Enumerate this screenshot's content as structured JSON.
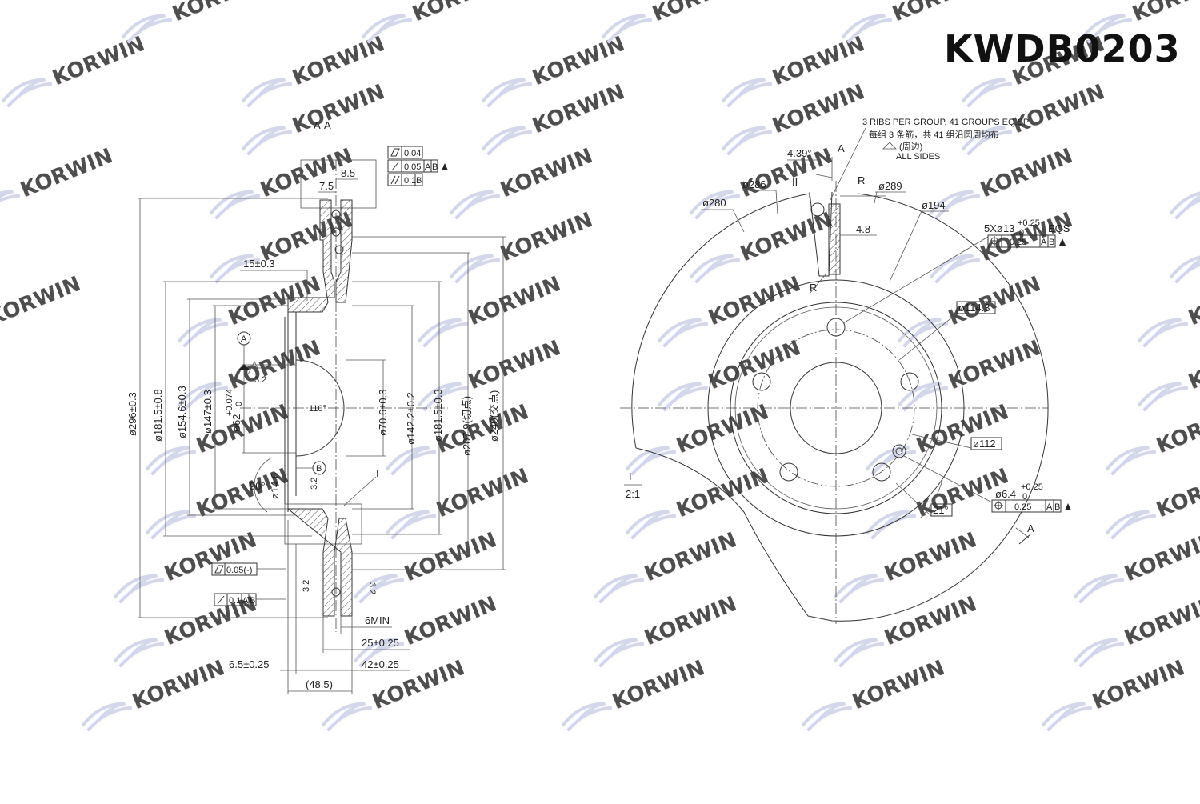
{
  "part_number": "KWDB0203",
  "watermark": {
    "text": "KORWIN",
    "color_text": "#f5c9a8",
    "color_swoosh": "#c9cde8"
  },
  "section_view": {
    "label": "A-A",
    "flatness_box": "0.04",
    "runout_box": "0.05",
    "runout_datums": [
      "A",
      "B"
    ],
    "parallel_box": "0.1",
    "parallel_datum": "B",
    "flatness_box_2": "0.05(-)",
    "runout_box_2": "0.1",
    "runout_datums_2": [
      "A",
      "B"
    ],
    "dims": {
      "w_8_5": "8.5",
      "w_7_5": "7.5",
      "w_15": "15±0.3",
      "d296": "ø296±0.3",
      "d181_8": "ø181.5±0.8",
      "d154": "ø154.6±0.3",
      "d147": "ø147±0.3",
      "d62": "ø62",
      "d62_tol_upper": "+0.074",
      "d62_tol_lower": "0",
      "d70": "ø70.6±0.3",
      "d142": "ø142.2±0.2",
      "d181_3": "ø181.5±0.3",
      "d207": "ø207.9(切点)",
      "d240": "ø240(交点)",
      "angle_110": "110°",
      "angle_90": "90°",
      "d14": "ø14.6",
      "rough_1": "3.2",
      "rough_2": "3.2",
      "rough_3": "3.2",
      "rough_4": "3.2",
      "min_6": "6MIN",
      "w_25": "25±0.25",
      "w_6_5": "6.5±0.25",
      "w_42": "42±0.25",
      "w_48": "(48.5)",
      "datum_a": "A",
      "datum_b": "B",
      "detail_mark": "I"
    }
  },
  "front_view": {
    "rib_note_en": "3 RIBS PER GROUP,  41 GROUPS EQ.SP",
    "rib_note_cn": "每组 3 条筋，共 41 组沿圆周均布",
    "all_sides_cn": "(周边)",
    "all_sides_en": "ALL SIDES",
    "angle_439": "4.39°",
    "section_a": "A",
    "mark_ii": "II",
    "mark_r1": "R",
    "mark_r2": "R",
    "d286": "ø286",
    "d289": "ø289",
    "d280": "ø280",
    "d194": "ø194",
    "w_4_8": "4.8",
    "holes": "5Xø13",
    "holes_tol_upper": "+0.25",
    "holes_tol_lower": "0",
    "holes_eqs": "EQS",
    "holes_pos_tol": "0.25",
    "holes_datums": [
      "A",
      "B"
    ],
    "d114": "ø114.3",
    "d112": "ø112",
    "small_hole": "ø6.4",
    "small_hole_tol_upper": "+0.25",
    "small_hole_tol_lower": "0",
    "small_hole_pos_tol": "0.25",
    "small_hole_datums": [
      "A",
      "B"
    ],
    "angle_21": "21°",
    "detail_i": "I",
    "scale": "2:1",
    "section_a2": "A"
  }
}
